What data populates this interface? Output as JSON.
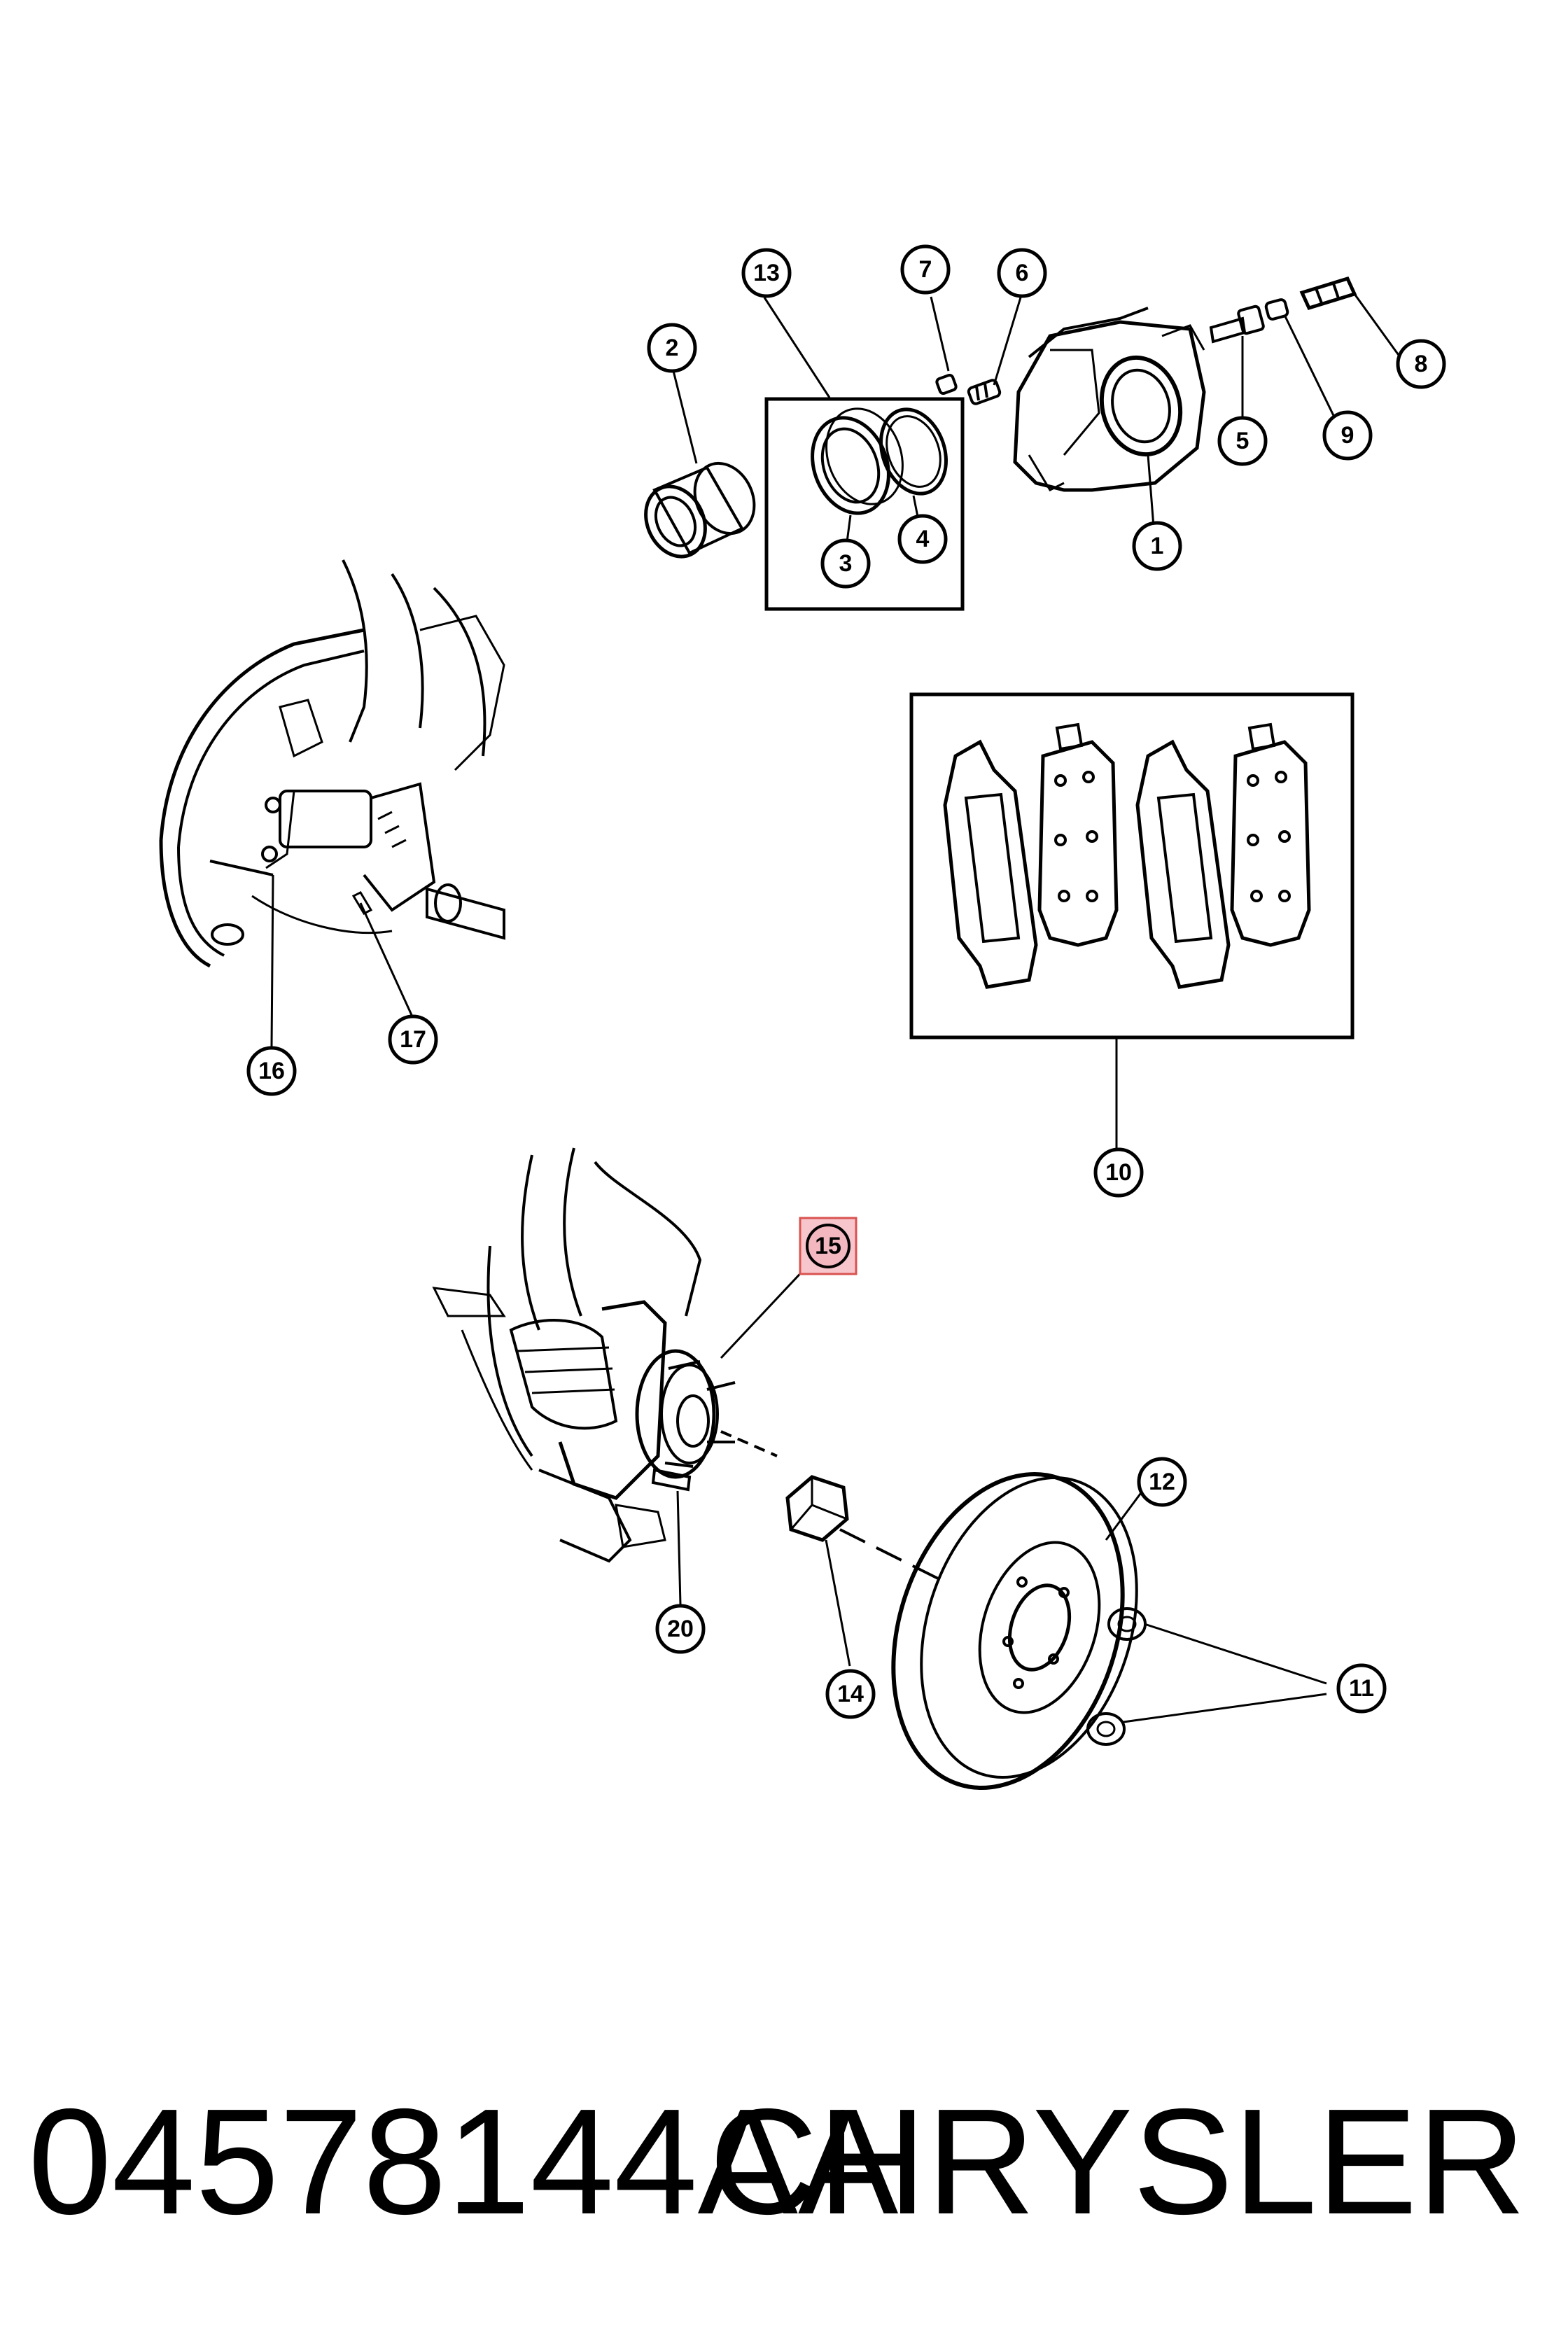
{
  "callouts": [
    {
      "id": "1",
      "label": "1"
    },
    {
      "id": "2",
      "label": "2"
    },
    {
      "id": "3",
      "label": "3"
    },
    {
      "id": "4",
      "label": "4"
    },
    {
      "id": "5",
      "label": "5"
    },
    {
      "id": "6",
      "label": "6"
    },
    {
      "id": "7",
      "label": "7"
    },
    {
      "id": "8",
      "label": "8"
    },
    {
      "id": "9",
      "label": "9"
    },
    {
      "id": "10",
      "label": "10"
    },
    {
      "id": "11",
      "label": "11"
    },
    {
      "id": "12",
      "label": "12"
    },
    {
      "id": "13",
      "label": "13"
    },
    {
      "id": "14",
      "label": "14"
    },
    {
      "id": "15",
      "label": "15",
      "highlighted": true
    },
    {
      "id": "16",
      "label": "16"
    },
    {
      "id": "17",
      "label": "17"
    },
    {
      "id": "20",
      "label": "20"
    }
  ],
  "footer": {
    "part_number": "04578144AA",
    "brand": "CHRYSLER"
  },
  "colors": {
    "line": "#000000",
    "highlight_fill": "#f7c6cc",
    "highlight_stroke": "#d9534f"
  }
}
